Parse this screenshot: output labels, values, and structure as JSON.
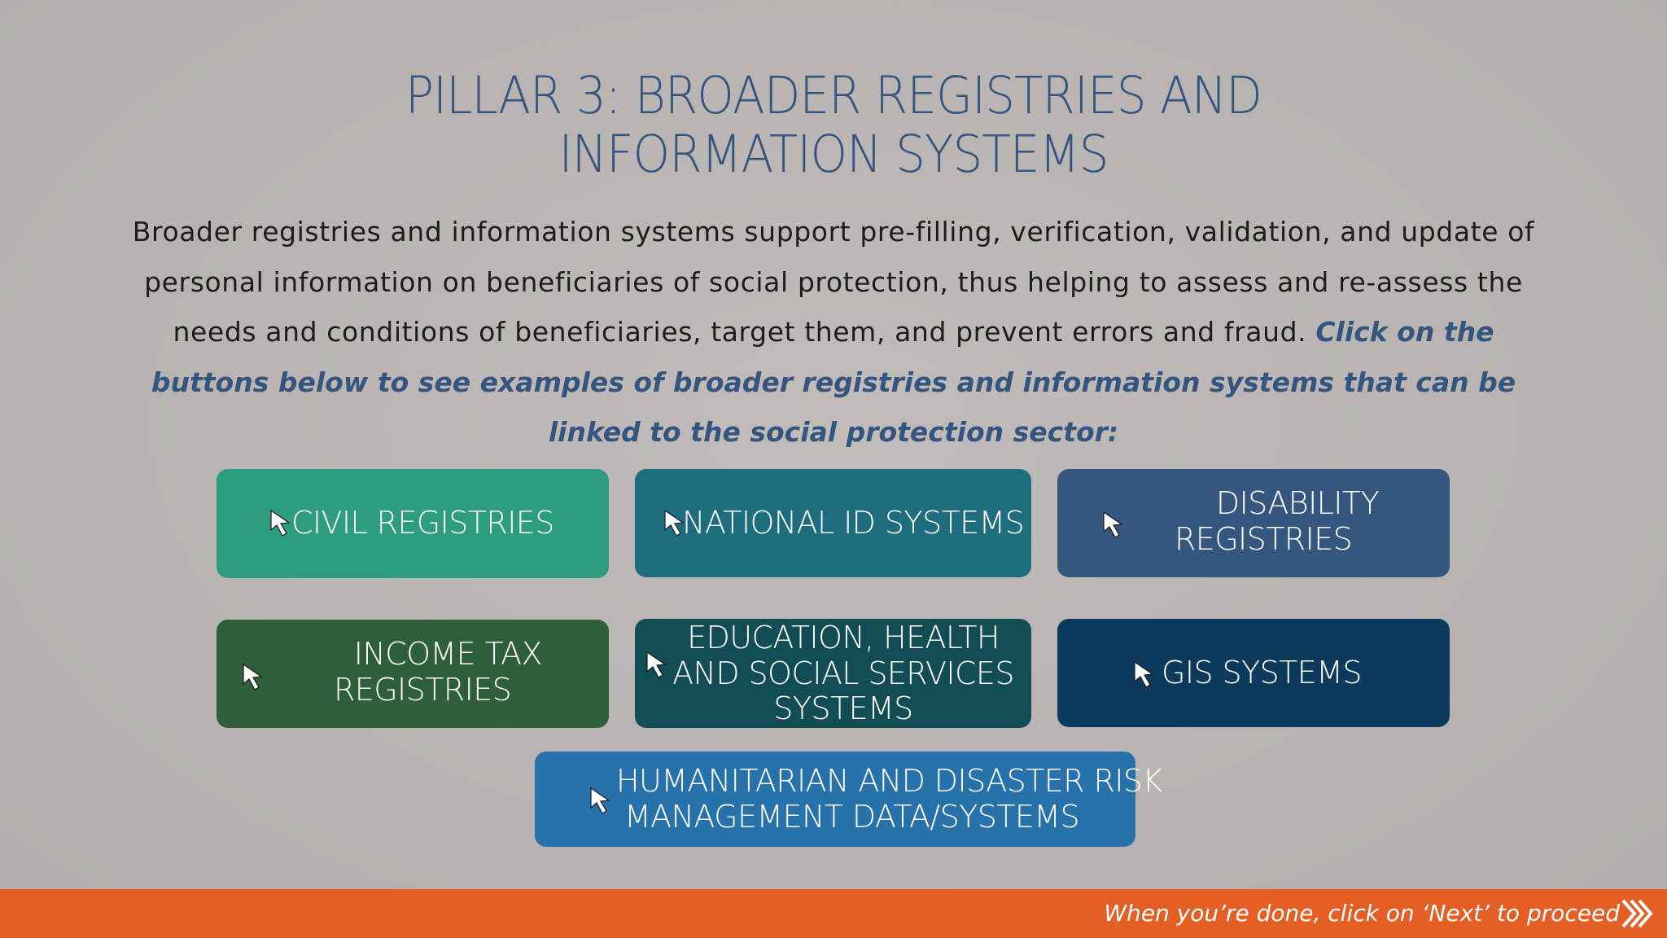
{
  "slide": {
    "title_line1": "PILLAR 3: BROADER REGISTRIES AND",
    "title_line2": "INFORMATION SYSTEMS",
    "body_text": "Broader registries and information systems support pre-filling, verification, validation, and update of personal information on beneficiaries of social protection, thus helping to assess and re-assess the needs and conditions of beneficiaries, target them, and prevent errors and fraud.",
    "instruction_text": "Click on the buttons below to see examples of broader registries and information systems that can be linked to the social protection sector:"
  },
  "buttons": {
    "civil_registries": {
      "label": "CIVIL REGISTRIES",
      "color": "#2e9d7f",
      "icon": "cursor-icon"
    },
    "national_id": {
      "label": "NATIONAL ID SYSTEMS",
      "color": "#1d6d7e",
      "icon": "cursor-icon"
    },
    "disability": {
      "line1": "DISABILITY",
      "line2": "REGISTRIES",
      "color": "#34567f",
      "icon": "cursor-icon"
    },
    "income_tax": {
      "line1": "INCOME TAX",
      "line2": "REGISTRIES",
      "color": "#2f5f3a",
      "icon": "cursor-icon"
    },
    "education": {
      "line1": "EDUCATION, HEALTH",
      "line2": "AND SOCIAL SERVICES",
      "line3": "SYSTEMS",
      "color": "#124d55",
      "icon": "cursor-icon"
    },
    "gis": {
      "label": "GIS SYSTEMS",
      "color": "#0b3a5c",
      "icon": "cursor-icon"
    },
    "humanitarian": {
      "line1": "HUMANITARIAN AND DISASTER RISK",
      "line2": "MANAGEMENT DATA/SYSTEMS",
      "color": "#2872ab",
      "icon": "cursor-icon"
    }
  },
  "footer": {
    "text": "When you’re done, click on ‘Next’ to proceed",
    "color": "#e55f24",
    "icon": "double-chevron-right-icon"
  }
}
